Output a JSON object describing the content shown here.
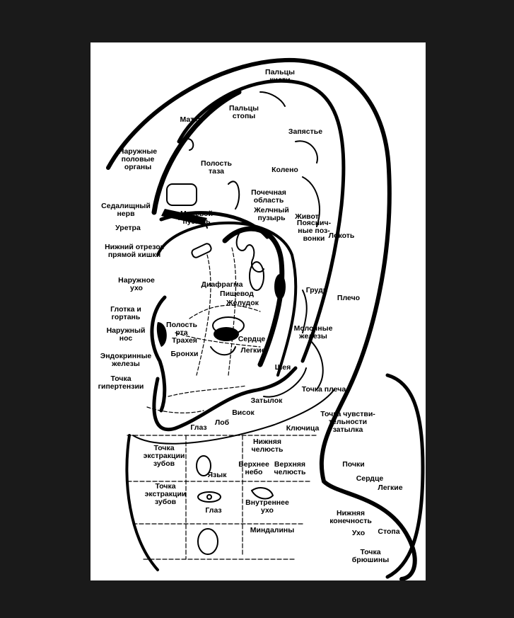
{
  "colors": {
    "background": "#1a1a1a",
    "paper": "#ffffff",
    "ink": "#000000"
  },
  "labels": {
    "finger_tips": "Пальцы\nкисти",
    "toes": "Пальцы\nстопы",
    "uterus": "Матка",
    "wrist": "Запястье",
    "external_genitals": "Наружные\nполовые\nорганы",
    "pelvic_cavity": "Полость\nтаза",
    "knee": "Колено",
    "sciatic_nerve": "Седалищный\nнерв",
    "kidney_area": "Почечная\nобласть",
    "bladder": "Мочевой\nпузырь",
    "gallbladder": "Желчный\nпузырь",
    "belly": "Живот",
    "lumbar_spine": "Пояснич-\nные поз-\nвонки",
    "elbow": "Локоть",
    "urethra": "Уретра",
    "lower_rectum": "Нижний отрезок\nпрямой кишки",
    "external_ear": "Наружное\nухо",
    "diaphragm": "Диафрагма",
    "esophagus": "Пищевод",
    "stomach": "Желудок",
    "chest": "Грудь",
    "shoulder": "Плечо",
    "throat_larynx": "Глотка и\nгортань",
    "oral_cavity": "Полость\nрта",
    "external_nose": "Наружный\nнос",
    "trachea": "Трахея",
    "heart_upper": "Сердце",
    "mammary": "Молочные\nжелезы",
    "lungs_upper": "Легкие",
    "bronchi": "Бронхи",
    "endocrine": "Эндокринные\nжелезы",
    "neck": "Шея",
    "hypertension": "Точка\nгипертензии",
    "shoulder_point": "Точка плеча",
    "occiput": "Затылок",
    "temple": "Висок",
    "occiput_sens": "Точка чувстви-\nтельности\nзатылка",
    "forehead": "Лоб",
    "eye_upper": "Глаз",
    "clavicle": "Ключица",
    "tooth_extraction_1": "Точка\nэкстракции\nзубов",
    "lower_jaw": "Нижняя\nчелюсть",
    "tongue": "Язык",
    "palate": "Верхнее\nнебо",
    "upper_jaw": "Верхняя\nчелюсть",
    "kidneys": "Почки",
    "heart_lower": "Сердце",
    "tooth_extraction_2": "Точка\nэкстракции\nзубов",
    "lungs_lower": "Легкие",
    "eye_lower": "Глаз",
    "inner_ear": "Внутреннее\nухо",
    "lower_limb": "Нижняя\nконечность",
    "tonsils": "Миндалины",
    "ear": "Ухо",
    "foot": "Стопа",
    "abdominal_point": "Точка\nбрюшины"
  }
}
